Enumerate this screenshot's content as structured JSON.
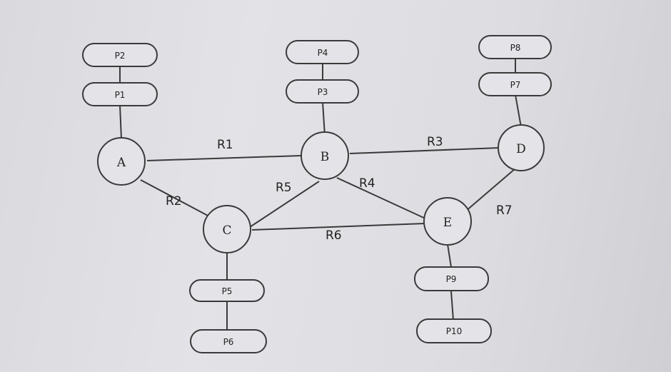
{
  "nodes": {
    "A": "A",
    "B": "B",
    "C": "C",
    "D": "D",
    "E": "E"
  },
  "pills": {
    "P1": "P1",
    "P2": "P2",
    "P3": "P3",
    "P4": "P4",
    "P5": "P5",
    "P6": "P6",
    "P7": "P7",
    "P8": "P8",
    "P9": "P9",
    "P10": "P10"
  },
  "edges": {
    "R1": "R1",
    "R2": "R2",
    "R3": "R3",
    "R4": "R4",
    "R5": "R5",
    "R6": "R6",
    "R7": "R7"
  }
}
